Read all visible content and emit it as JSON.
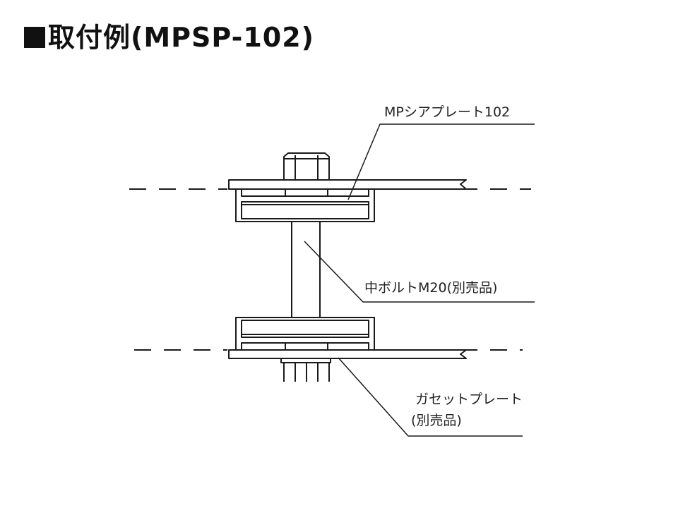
{
  "title": {
    "text": "取付例(MPSP-102)"
  },
  "labels": {
    "shear_plate": "MPシアプレート102",
    "center_bolt": "中ボルトM20(別売品)",
    "gusset_plate_line1": "ガセットプレート",
    "gusset_plate_line2": "(別売品)"
  },
  "colors": {
    "stroke": "#1a1a1a",
    "background": "#ffffff"
  }
}
